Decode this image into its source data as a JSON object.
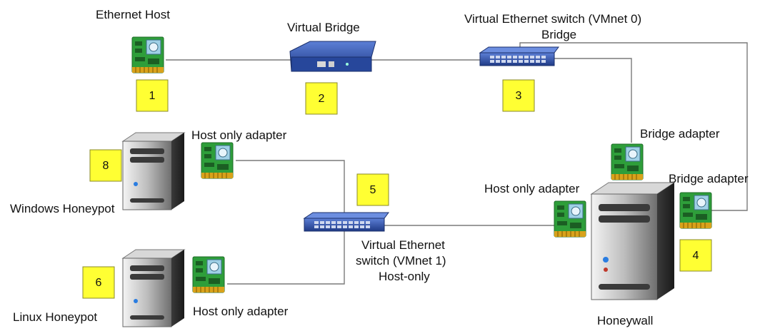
{
  "nodes": {
    "ethernet_host": {
      "label": "Ethernet Host",
      "number": "1"
    },
    "virtual_bridge": {
      "label": "Virtual Bridge",
      "number": "2"
    },
    "vmnet0_switch": {
      "label_line1": "Virtual Ethernet switch (VMnet 0)",
      "label_line2": "Bridge",
      "number": "3"
    },
    "honeywall": {
      "label": "Honeywall",
      "number": "4"
    },
    "vmnet1_switch": {
      "label_line1": "Virtual Ethernet",
      "label_line2": "switch (VMnet 1)",
      "label_line3": "Host-only",
      "number": "5"
    },
    "linux_honeypot": {
      "label": "Linux Honeypot",
      "number": "6"
    },
    "windows_honeypot": {
      "label": "Windows Honeypot",
      "number": "8"
    }
  },
  "adapters": {
    "bridge_adapter_top": "Bridge adapter",
    "bridge_adapter_right": "Bridge adapter",
    "honeywall_host_only": "Host only adapter",
    "windows_host_only": "Host only adapter",
    "linux_host_only": "Host only adapter"
  },
  "colors": {
    "badge_fill": "#ffff33",
    "badge_stroke": "#8a8a2a",
    "card_green": "#2e9e3a",
    "card_gold": "#d9a21b",
    "switch_blue": "#2d4fa8",
    "server_gray": "#9a9a9a",
    "wire": "#7a7a7a"
  }
}
